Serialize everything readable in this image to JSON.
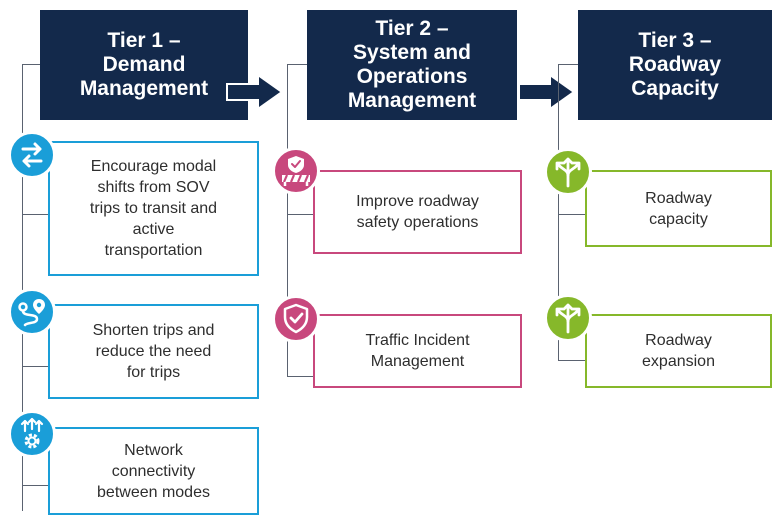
{
  "colors": {
    "header_bg": "#13294b",
    "tier1_accent": "#1a9ed8",
    "tier2_accent": "#c8487d",
    "tier3_accent": "#86b82a",
    "connector": "#5a6270"
  },
  "tiers": [
    {
      "title_lines": [
        "Tier 1 –",
        "Demand",
        "Management"
      ],
      "items": [
        {
          "icon": "swap-arrows-icon",
          "lines": [
            "Encourage modal",
            "shifts from SOV",
            "trips to transit and",
            "active",
            "transportation"
          ]
        },
        {
          "icon": "route-pin-icon",
          "lines": [
            "Shorten trips and",
            "reduce the need",
            "for trips"
          ]
        },
        {
          "icon": "network-gear-icon",
          "lines": [
            "Network",
            "connectivity",
            "between modes"
          ]
        }
      ]
    },
    {
      "title_lines": [
        "Tier 2 –",
        "System and",
        "Operations",
        "Management"
      ],
      "items": [
        {
          "icon": "shield-barrier-icon",
          "lines": [
            "Improve roadway",
            "safety operations"
          ]
        },
        {
          "icon": "shield-check-icon",
          "lines": [
            "Traffic Incident",
            "Management"
          ]
        }
      ]
    },
    {
      "title_lines": [
        "Tier 3 –",
        "Roadway",
        "Capacity"
      ],
      "items": [
        {
          "icon": "road-fork-arrows-icon",
          "lines": [
            "Roadway",
            "capacity"
          ]
        },
        {
          "icon": "road-fork-arrows-icon",
          "lines": [
            "Roadway",
            "expansion"
          ]
        }
      ]
    }
  ]
}
